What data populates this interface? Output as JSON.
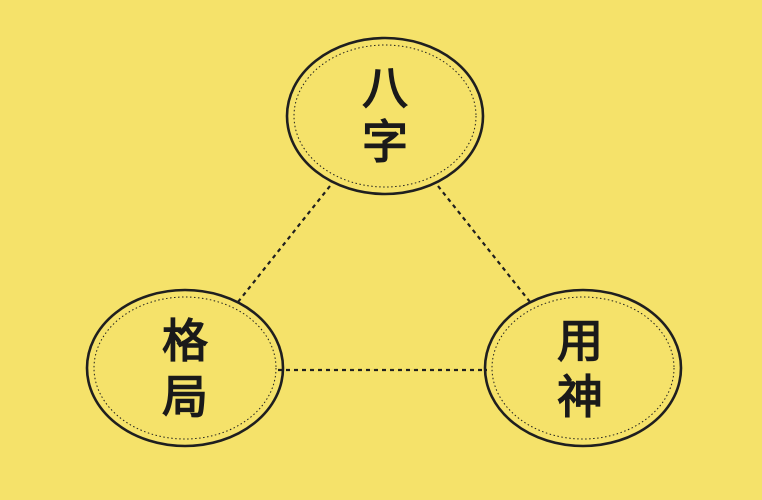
{
  "background_color": "#f5e26a",
  "line_color": "#1f1f1f",
  "text_color": "#1a1a1a",
  "nodes": [
    {
      "id": "bazi",
      "chars": [
        "八",
        "字"
      ]
    },
    {
      "id": "geju",
      "chars": [
        "格",
        "局"
      ]
    },
    {
      "id": "yongshen",
      "chars": [
        "用",
        "神"
      ]
    }
  ],
  "links": [
    {
      "from": "bazi",
      "to": "geju"
    },
    {
      "from": "bazi",
      "to": "yongshen"
    },
    {
      "from": "geju",
      "to": "yongshen"
    }
  ]
}
